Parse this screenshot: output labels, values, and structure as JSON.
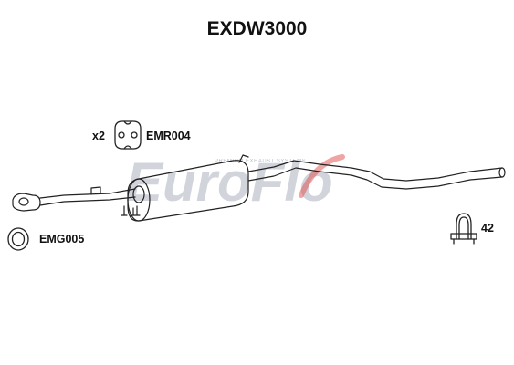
{
  "diagram": {
    "title": "EXDW3000",
    "watermark": {
      "brand": "EuroFlo",
      "tagline": "PREMIUM EXHAUST SYSTEMS",
      "colors": {
        "main": "#9aa2b0",
        "accent": "#e24b4b"
      }
    },
    "parts": [
      {
        "code": "EMR004",
        "quantity": "x2",
        "icon": "rubber-hanger-icon"
      },
      {
        "code": "EMG005",
        "icon": "gasket-ring-icon"
      },
      {
        "code": "42",
        "icon": "u-clamp-icon"
      }
    ],
    "line_color": "#222222"
  }
}
